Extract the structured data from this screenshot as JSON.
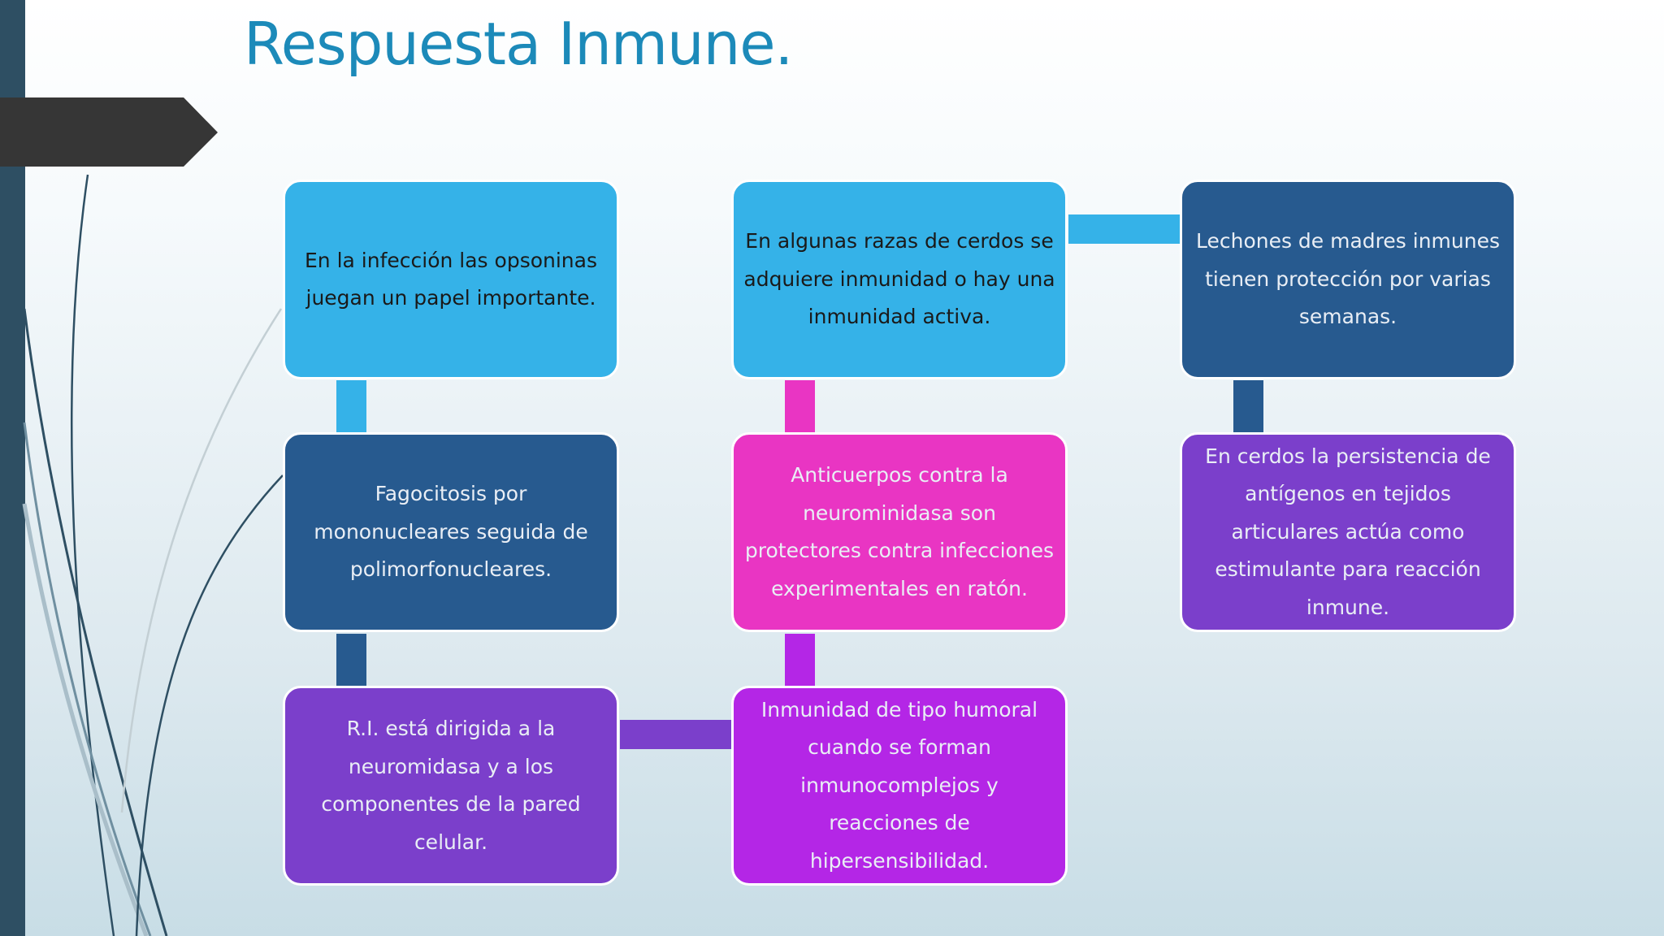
{
  "slide": {
    "title": "Respuesta Inmune."
  },
  "colors": {
    "title": "#1c8ab9",
    "left_bar": "#2e4f63",
    "arrow_tab": "#363636",
    "light_blue": "#35b2e8",
    "dark_blue": "#275a8f",
    "purple": "#7b3fcb",
    "magenta": "#e935c3",
    "violet": "#b426e6"
  },
  "diagram": {
    "boxes": {
      "box_1": "En la infección las opsoninas juegan un papel importante.",
      "box_2": "Fagocitosis por mononucleares seguida de polimorfonucleares.",
      "box_3": "R.I. está dirigida a la neuromidasa y a los componentes de la pared celular.",
      "box_4": "Inmunidad de tipo humoral cuando se forman inmunocomplejos y reacciones de hipersensibilidad.",
      "box_5": "Anticuerpos contra la neurominidasa son protectores contra infecciones experimentales en ratón.",
      "box_6": "En algunas razas de cerdos se adquiere inmunidad o hay una inmunidad activa.",
      "box_7": "Lechones de madres inmunes tienen protección por varias semanas.",
      "box_8": "En cerdos la persistencia de antígenos en tejidos articulares actúa como estimulante para reacción inmune."
    }
  }
}
